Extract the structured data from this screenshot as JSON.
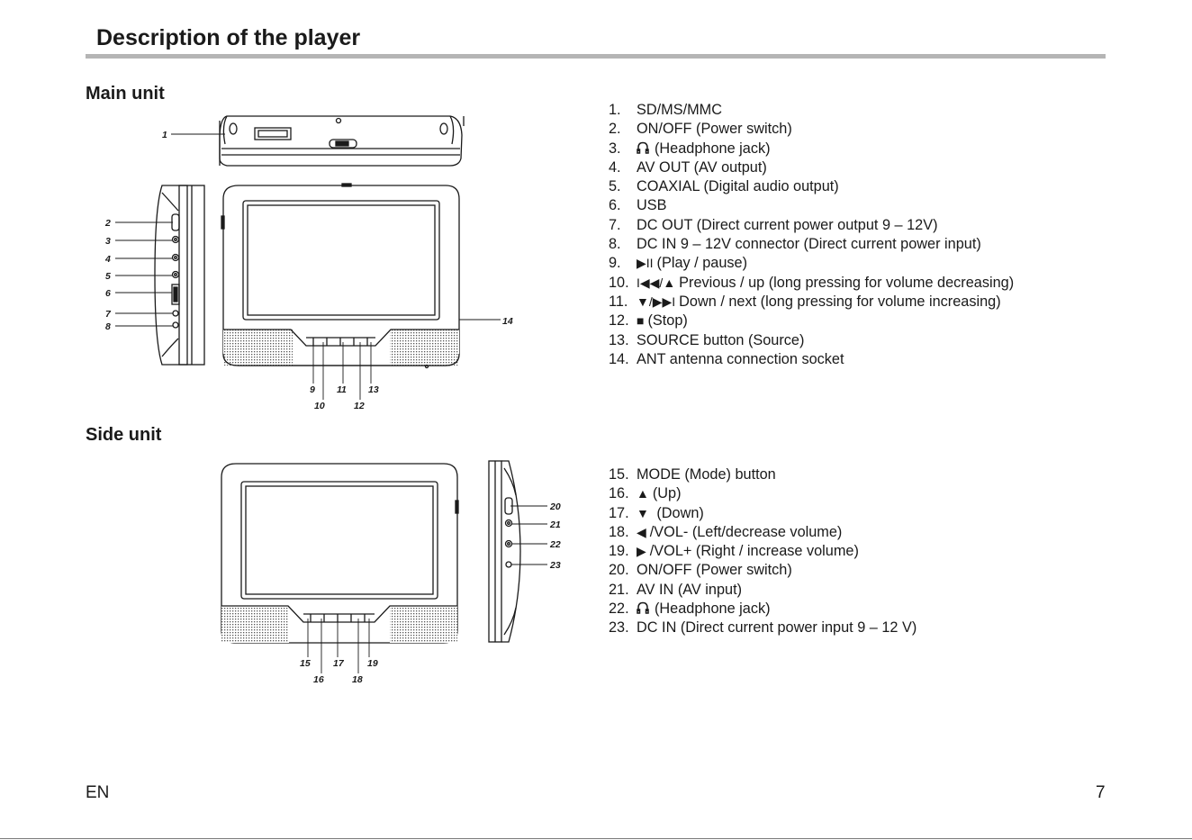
{
  "title": "Description of the player",
  "sections": {
    "main": {
      "heading": "Main unit",
      "callouts": [
        "1",
        "2",
        "3",
        "4",
        "5",
        "6",
        "7",
        "8",
        "9",
        "10",
        "11",
        "12",
        "13",
        "14"
      ],
      "items": [
        {
          "num": "1.",
          "text": "SD/MS/MMC"
        },
        {
          "num": "2.",
          "text": "ON/OFF (Power switch)"
        },
        {
          "num": "3.",
          "icon": "headphone-icon",
          "text": "(Headphone jack)"
        },
        {
          "num": "4.",
          "text": "AV OUT (AV output)"
        },
        {
          "num": "5.",
          "text": "COAXIAL (Digital audio output)"
        },
        {
          "num": "6.",
          "text": "USB"
        },
        {
          "num": "7.",
          "text": "DC OUT (Direct current power output 9 – 12V)"
        },
        {
          "num": "8.",
          "text": "DC IN 9 – 12V connector (Direct current power input)"
        },
        {
          "num": "9.",
          "icon": "play-pause-icon",
          "glyph": "▶II",
          "text": "(Play / pause)"
        },
        {
          "num": "10.",
          "icon": "previous-up-icon",
          "glyph": "I◀◀/▲",
          "text": "Previous / up (long pressing for volume decreasing)"
        },
        {
          "num": "11.",
          "icon": "down-next-icon",
          "glyph": "▼/▶▶I",
          "text": "Down / next (long pressing for volume increasing)"
        },
        {
          "num": "12.",
          "icon": "stop-icon",
          "glyph": "■",
          "text": "(Stop)"
        },
        {
          "num": "13.",
          "text": "SOURCE button (Source)"
        },
        {
          "num": "14.",
          "text": "ANT antenna connection socket"
        }
      ]
    },
    "side": {
      "heading": "Side unit",
      "callouts": [
        "15",
        "16",
        "17",
        "18",
        "19",
        "20",
        "21",
        "22",
        "23"
      ],
      "items": [
        {
          "num": "15.",
          "text": "MODE (Mode) button"
        },
        {
          "num": "16.",
          "icon": "up-arrow-icon",
          "glyph": "▲",
          "text": "(Up)"
        },
        {
          "num": "17.",
          "icon": "down-arrow-icon",
          "glyph": "▼",
          "text": " (Down)"
        },
        {
          "num": "18.",
          "icon": "left-arrow-icon",
          "glyph": "◀",
          "text": "/VOL- (Left/decrease volume)"
        },
        {
          "num": "19.",
          "icon": "right-arrow-icon",
          "glyph": "▶",
          "text": "/VOL+ (Right / increase volume)"
        },
        {
          "num": "20.",
          "text": "ON/OFF (Power switch)"
        },
        {
          "num": "21.",
          "text": "AV IN (AV input)"
        },
        {
          "num": "22.",
          "icon": "headphone-icon",
          "text": "(Headphone jack)"
        },
        {
          "num": "23.",
          "text": "DC IN (Direct current power input 9 – 12 V)"
        }
      ]
    }
  },
  "footer": {
    "language": "EN",
    "page_number": "7"
  }
}
